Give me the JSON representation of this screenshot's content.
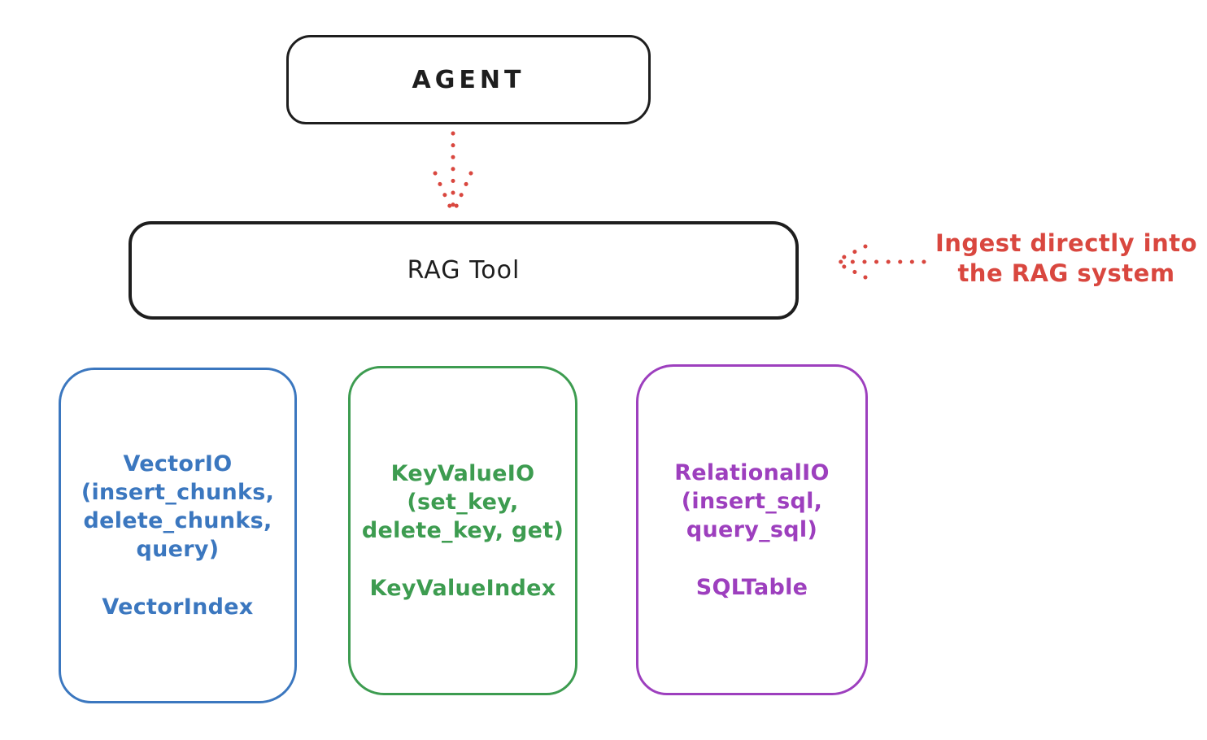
{
  "colors": {
    "stroke": "#1e1e1e",
    "red": "#d9473f",
    "blue": "#3b77bf",
    "green": "#3d9c50",
    "purple": "#9d3fbe",
    "background": "#ffffff"
  },
  "agent": {
    "label": "AGENT"
  },
  "rag_tool": {
    "label": "RAG Tool"
  },
  "annotation": {
    "line1": "Ingest directly into",
    "line2": "the RAG system"
  },
  "storage_boxes": [
    {
      "name": "vector-io",
      "color": "#3b77bf",
      "lines": [
        "VectorIO",
        "(insert_chunks,",
        "delete_chunks,",
        "query)"
      ],
      "index_label": "VectorIndex"
    },
    {
      "name": "key-value-io",
      "color": "#3d9c50",
      "lines": [
        "KeyValueIO",
        "(set_key,",
        "delete_key, get)"
      ],
      "index_label": "KeyValueIndex"
    },
    {
      "name": "relational-io",
      "color": "#9d3fbe",
      "lines": [
        "RelationalIO",
        "(insert_sql,",
        "query_sql)"
      ],
      "index_label": "SQLTable"
    }
  ]
}
